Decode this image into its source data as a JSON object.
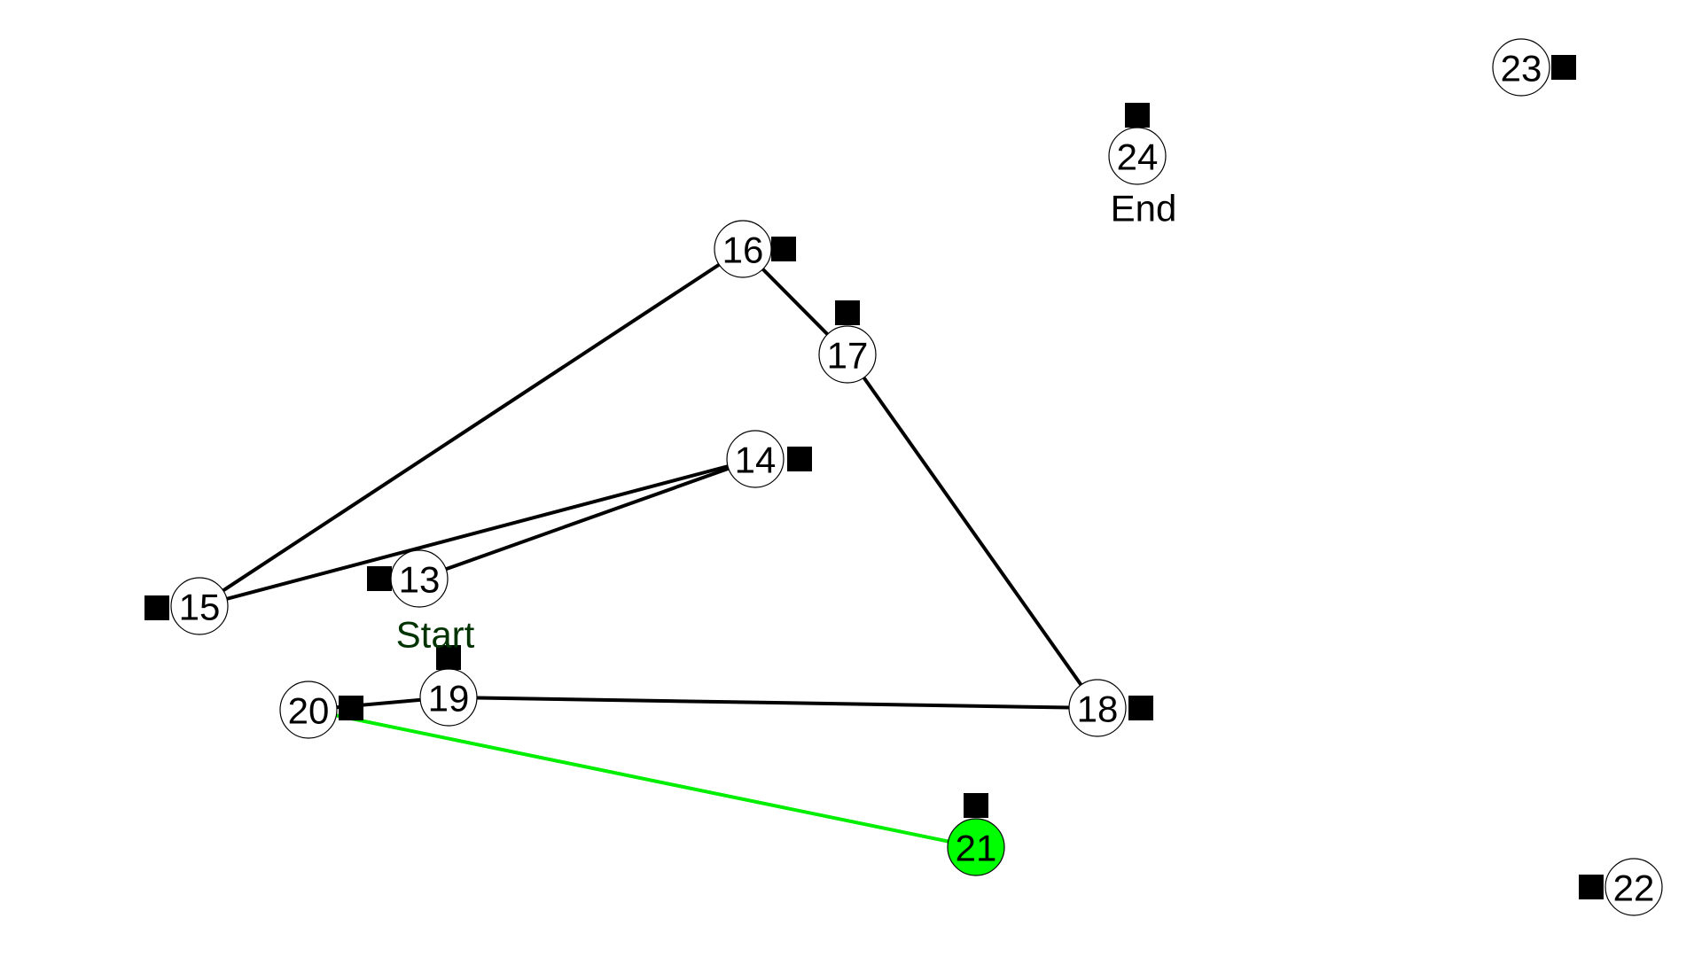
{
  "colors": {
    "background": "#ffffff",
    "edge": "#000000",
    "current_edge": "#00ee00",
    "active_node": "#00ff00",
    "start_caption": "#003300",
    "end_caption": "#000000"
  },
  "nodes": [
    {
      "id": "13",
      "label": "13",
      "active": false
    },
    {
      "id": "14",
      "label": "14",
      "active": false
    },
    {
      "id": "15",
      "label": "15",
      "active": false
    },
    {
      "id": "16",
      "label": "16",
      "active": false
    },
    {
      "id": "17",
      "label": "17",
      "active": false
    },
    {
      "id": "18",
      "label": "18",
      "active": false
    },
    {
      "id": "19",
      "label": "19",
      "active": false
    },
    {
      "id": "20",
      "label": "20",
      "active": false
    },
    {
      "id": "21",
      "label": "21",
      "active": true
    },
    {
      "id": "22",
      "label": "22",
      "active": false
    },
    {
      "id": "23",
      "label": "23",
      "active": false
    },
    {
      "id": "24",
      "label": "24",
      "active": false
    }
  ],
  "path": [
    "13",
    "14",
    "15",
    "16",
    "17",
    "18",
    "19",
    "20",
    "21"
  ],
  "current_edge": [
    "20",
    "21"
  ],
  "captions": {
    "start": {
      "text": "Start",
      "node": "13"
    },
    "end": {
      "text": "End",
      "node": "24"
    }
  }
}
